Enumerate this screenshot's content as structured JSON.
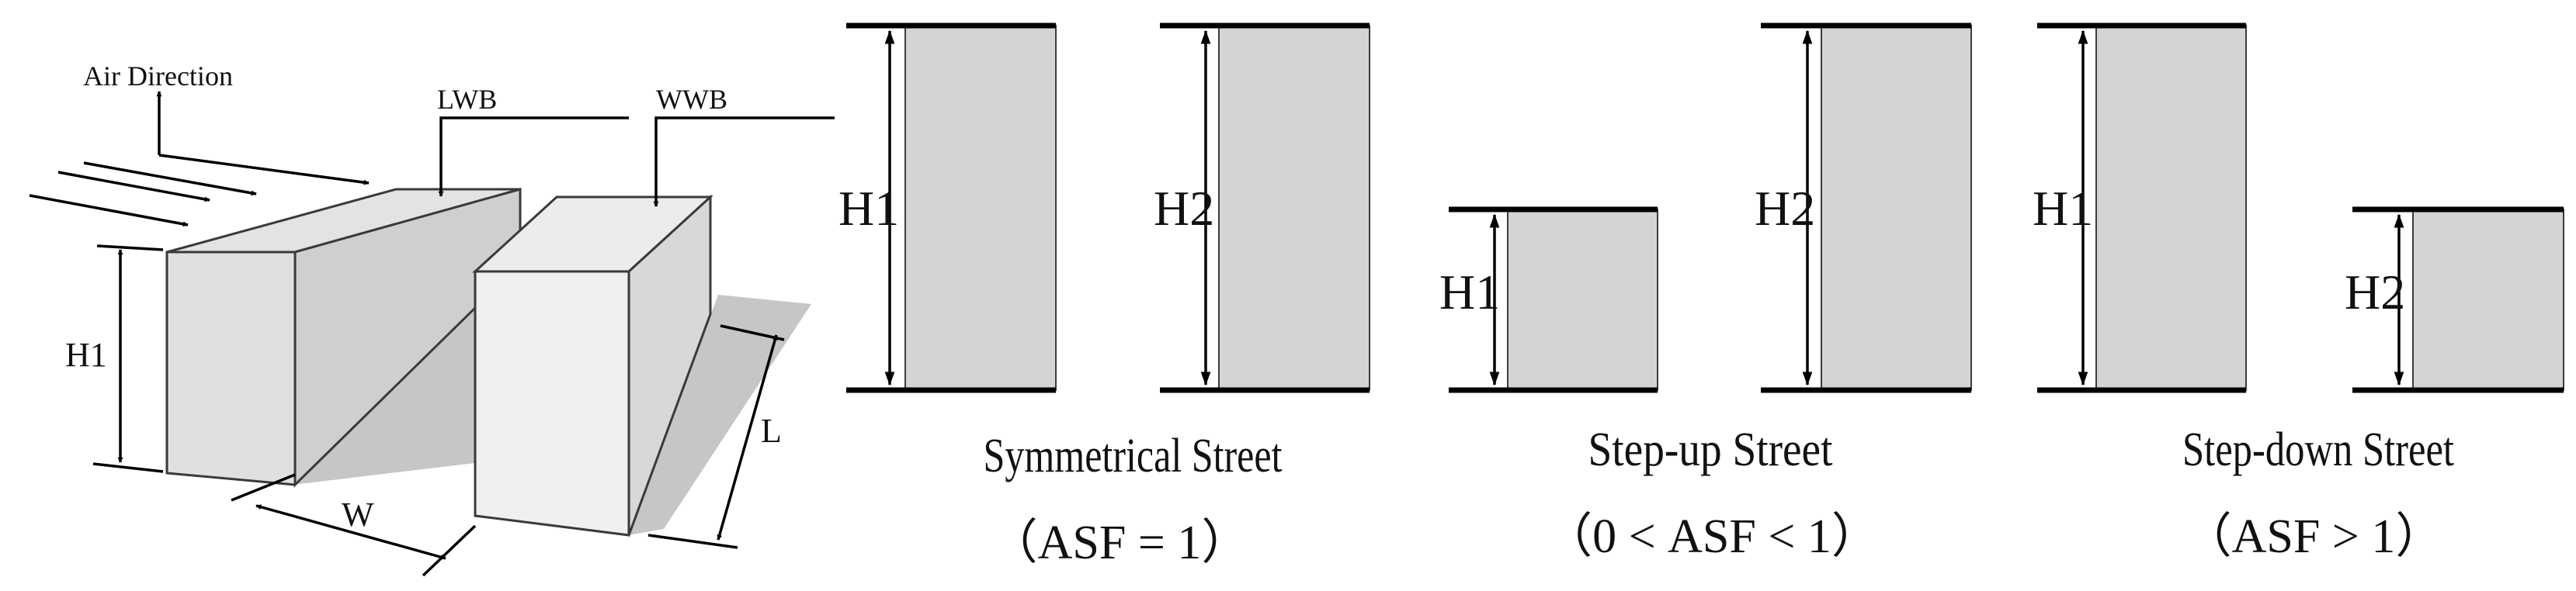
{
  "iso": {
    "air_direction": "Air Direction",
    "lwb": "LWB",
    "wwb": "WWB",
    "h1": "H1",
    "w": "W",
    "l": "L"
  },
  "panels": [
    {
      "h_left": "H1",
      "h_right": "H2",
      "title": "Symmetrical Street",
      "condition": "（ASF = 1）"
    },
    {
      "h_left": "H1",
      "h_right": "H2",
      "title": "Step-up Street",
      "condition": "（0 < ASF < 1）"
    },
    {
      "h_left": "H1",
      "h_right": "H2",
      "title": "Step-down Street",
      "condition": "（ASF > 1）"
    }
  ],
  "colors": {
    "building_fill": "#d4d4d4",
    "building_edge": "#3c3c3c",
    "line": "#000000"
  }
}
